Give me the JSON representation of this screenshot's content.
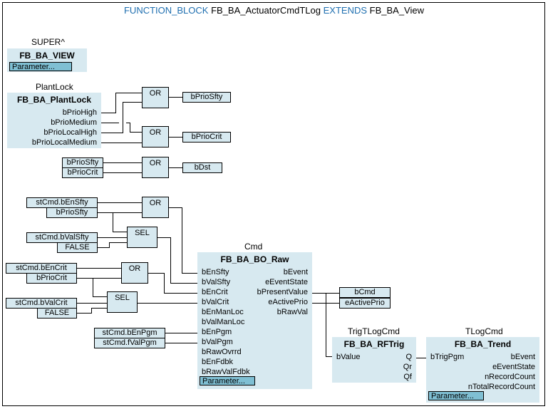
{
  "header": {
    "kw1": "FUNCTION_BLOCK",
    "name": "FB_BA_ActuatorCmdTLog",
    "kw2": "EXTENDS",
    "base": "FB_BA_View"
  },
  "super_block": {
    "instance": "SUPER^",
    "type": "FB_BA_VIEW",
    "param": "Parameter..."
  },
  "plantlock": {
    "instance": "PlantLock",
    "type": "FB_BA_PlantLock",
    "outputs": [
      "bPrioHigh",
      "bPrioMedium",
      "bPrioLocalHigh",
      "bPrioLocalMedium"
    ]
  },
  "gates": {
    "or": "OR",
    "sel": "SEL"
  },
  "vars": {
    "bPrioSfty": "bPrioSfty",
    "bPrioCrit": "bPrioCrit",
    "bDst": "bDst",
    "stEnSfty": "stCmd.bEnSfty",
    "stValSfty": "stCmd.bValSfty",
    "stEnCrit": "stCmd.bEnCrit",
    "stValCrit": "stCmd.bValCrit",
    "false": "FALSE",
    "stEnPgm": "stCmd.bEnPgm",
    "stValPgm": "stCmd.fValPgm",
    "bCmd": "bCmd",
    "eActivePrio": "eActivePrio"
  },
  "cmd_block": {
    "instance": "Cmd",
    "type": "FB_BA_BO_Raw",
    "inputs": [
      "bEnSfty",
      "bValSfty",
      "bEnCrit",
      "bValCrit",
      "bEnManLoc",
      "bValManLoc",
      "bEnPgm",
      "bValPgm",
      "bRawOvrrd",
      "bEnFdbk",
      "bRawValFdbk"
    ],
    "outputs": [
      "bEvent",
      "eEventState",
      "bPresentValue",
      "eActivePrio",
      "bRawVal"
    ],
    "param": "Parameter..."
  },
  "rftrig_block": {
    "instance": "TrigTLogCmd",
    "type": "FB_BA_RFTrig",
    "inputs": [
      "bValue"
    ],
    "outputs": [
      "Q",
      "Qr",
      "Qf"
    ]
  },
  "trend_block": {
    "instance": "TLogCmd",
    "type": "FB_BA_Trend",
    "inputs": [
      "bTrigPgm"
    ],
    "outputs": [
      "bEvent",
      "eEventState",
      "nRecordCount",
      "nTotalRecordCount"
    ],
    "param": "Parameter..."
  }
}
